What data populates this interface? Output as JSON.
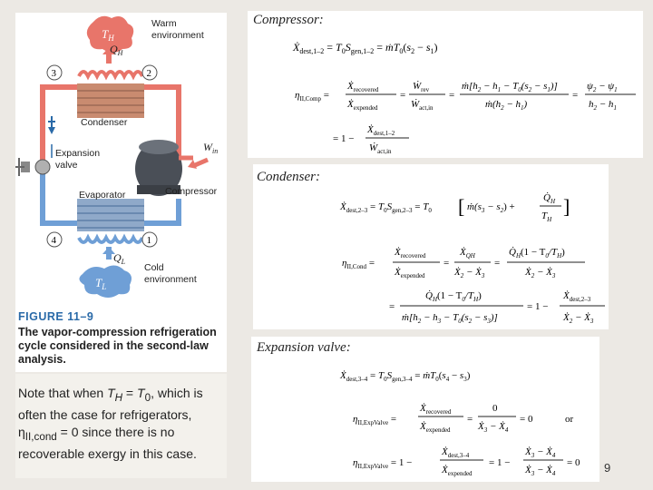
{
  "figure": {
    "top_label_sym": "T",
    "top_label_sub": "H",
    "q_top_sym": "Q",
    "q_top_sub": "H",
    "warm_line1": "Warm",
    "warm_line2": "environment",
    "state_labels": [
      "3",
      "2",
      "4",
      "1"
    ],
    "condenser_label": "Condenser",
    "expansion_line1": "Expansion",
    "expansion_line2": "valve",
    "win_sym": "W",
    "win_sub": "in",
    "compressor_label": "Compressor",
    "evaporator_label": "Evaporator",
    "q_bottom_sym": "Q",
    "q_bottom_sub": "L",
    "bottom_label_sym": "T",
    "bottom_label_sub": "L",
    "cold_line1": "Cold",
    "cold_line2": "environment",
    "caption_number": "FIGURE 11–9",
    "caption_text": "The vapor-compression refrigeration cycle considered in the second-law analysis."
  },
  "note": {
    "text_before": "Note that when ",
    "th_sym": "T",
    "th_sub": "H",
    "equals": " = ",
    "t0_sym": "T",
    "t0_sub": "0",
    "text_mid": ", which is often the case for refrigerators, ",
    "eta_sym": "η",
    "eta_sub": "II,cond",
    "text_after": " = 0 since there is no recoverable exergy in this case."
  },
  "compressor": {
    "title": "Compressor:",
    "eq1": "Ẋdest,1–2 = T0Sgen,1–2 = ṁT0(s2 − s1)",
    "eq2": "ηII,Comp = Ẋrecovered / Ẋexpended = Ẇrev / Ẇact,in = ṁ[h2 − h1 − T0(s2 − s1)] / ṁ(h2 − h1) = (ψ2 − ψ1) / (h2 − h1)",
    "eq3": "= 1 − Ẋdest,1–2 / Ẇact,in"
  },
  "condenser": {
    "title": "Condenser:",
    "eq1": "Ẋdest,2–3 = T0Sgen,2–3 = T0[ṁ(s3 − s2) + Q̇H/TH]",
    "eq2": "ηII,Cond = Ẋrecovered / Ẋexpended = ẊQH / (Ẋ2 − Ẋ3) = Q̇H(1 − T0/TH) / (Ẋ2 − Ẋ3)",
    "eq3": "= Q̇H(1 − T0/TH) / ṁ[h2 − h3 − T0(s2 − s3)] = 1 − Ẋdest,2–3 / (Ẋ2 − Ẋ3)"
  },
  "expansion": {
    "title": "Expansion valve:",
    "eq1": "Ẋdest,3–4 = T0Sgen,3–4 = ṁT0(s4 − s3)",
    "eq2": "ηII,ExpValve = Ẋrecovered / Ẋexpended = 0 / (Ẋ3 − Ẋ4) = 0   or",
    "eq3": "ηII,ExpValve = 1 − Ẋdest,3–4 / Ẋexpended = 1 − (Ẋ3 − Ẋ4)/(Ẋ3 − Ẋ4) = 0"
  },
  "page_number": "9",
  "colors": {
    "hot_pipe": "#e8756a",
    "cold_pipe": "#6f9fd6",
    "caption_blue": "#2a6aa8"
  }
}
